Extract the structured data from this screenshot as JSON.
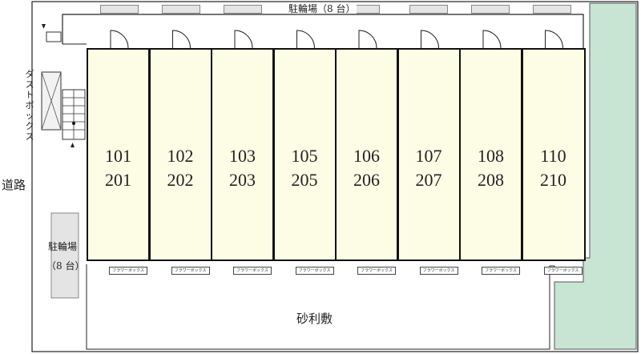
{
  "units": [
    {
      "lower": "101",
      "upper": "201"
    },
    {
      "lower": "102",
      "upper": "202"
    },
    {
      "lower": "103",
      "upper": "203"
    },
    {
      "lower": "105",
      "upper": "205"
    },
    {
      "lower": "106",
      "upper": "206"
    },
    {
      "lower": "107",
      "upper": "207"
    },
    {
      "lower": "108",
      "upper": "208"
    },
    {
      "lower": "110",
      "upper": "210"
    }
  ],
  "labels": {
    "top_parking": "駐輪場（8 台）",
    "left_parking": "駐輪場",
    "left_parking_count": "（8 台）",
    "road": "道路",
    "gravel": "砂利敷",
    "dust_box": "ダストボックス",
    "flower_box": "フラワーボックス"
  },
  "colors": {
    "unit_fill": "#fdfde6",
    "green_area": "#c8e4d2",
    "bike_fill": "#e4e4e4"
  }
}
